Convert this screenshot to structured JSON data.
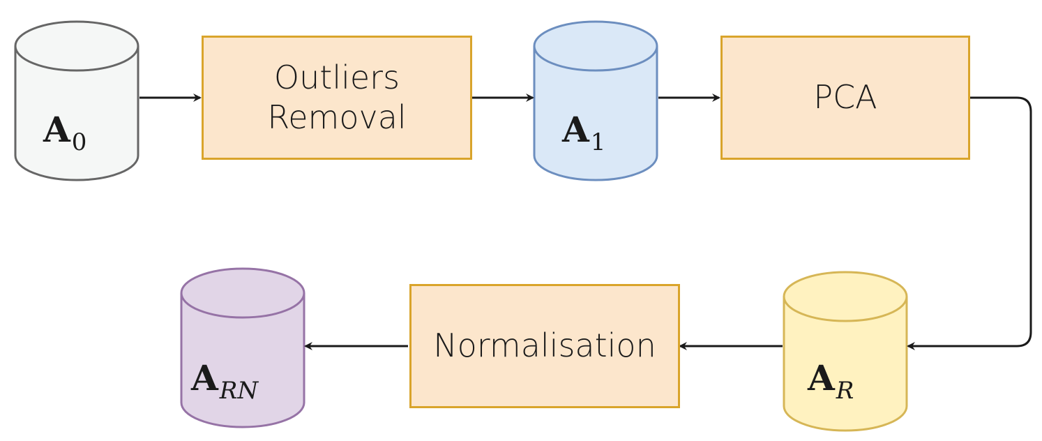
{
  "datasets": {
    "a0": {
      "symbol": "A",
      "subscript": "0",
      "fill": "#f5f7f6",
      "stroke": "#666666"
    },
    "a1": {
      "symbol": "A",
      "subscript": "1",
      "fill": "#dae8f7",
      "stroke": "#6c8ebf"
    },
    "ar": {
      "symbol": "A",
      "subscript": "R",
      "fill": "#fff2c0",
      "stroke": "#d6b656"
    },
    "arn": {
      "symbol": "A",
      "subscript": "RN",
      "fill": "#e1d5e7",
      "stroke": "#9673a6"
    }
  },
  "steps": {
    "outliers": {
      "line1": "Outliers",
      "line2": "Removal"
    },
    "pca": {
      "label": "PCA"
    },
    "normalisation": {
      "label": "Normalisation"
    }
  },
  "colors": {
    "process_fill": "#fce6cc",
    "process_stroke": "#d9a42b",
    "arrow": "#1a1a1a"
  }
}
